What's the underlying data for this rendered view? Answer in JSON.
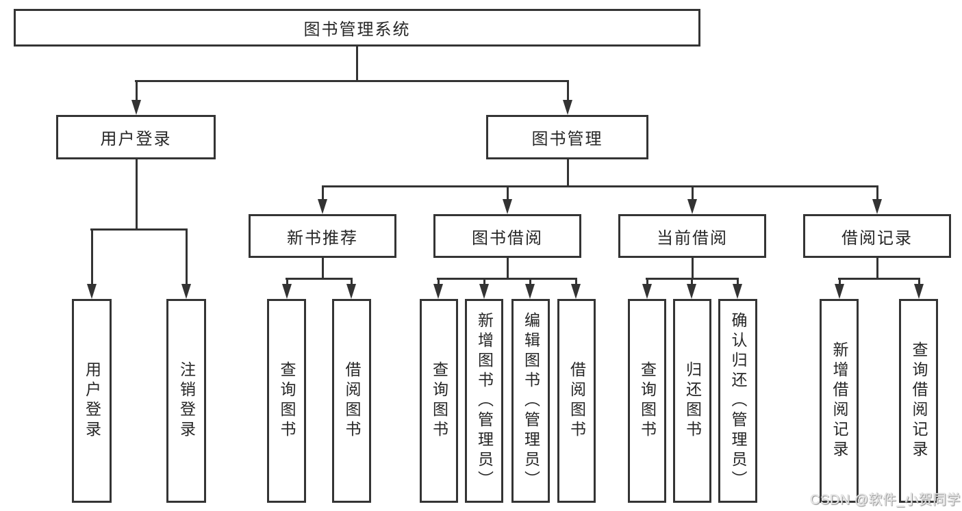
{
  "colors": {
    "background": "#ffffff",
    "box_border": "#343434",
    "connector_line": "#333333",
    "text": "#262626",
    "watermark_text": "#e9e9e9"
  },
  "tree": {
    "root": {
      "label": "图书管理系统"
    },
    "level2": [
      {
        "label": "用户登录",
        "children": [
          {
            "label": "用户登录"
          },
          {
            "label": "注销登录"
          }
        ]
      },
      {
        "label": "图书管理",
        "children": [
          {
            "label": "新书推荐",
            "children": [
              {
                "label": "查询图书"
              },
              {
                "label": "借阅图书"
              }
            ]
          },
          {
            "label": "图书借阅",
            "children": [
              {
                "label": "查询图书"
              },
              {
                "label": "新增图书（管理员）"
              },
              {
                "label": "编辑图书（管理员）"
              },
              {
                "label": "借阅图书"
              }
            ]
          },
          {
            "label": "当前借阅",
            "children": [
              {
                "label": "查询图书"
              },
              {
                "label": "归还图书"
              },
              {
                "label": "确认归还（管理员）"
              }
            ]
          },
          {
            "label": "借阅记录",
            "children": [
              {
                "label": "新增借阅记录"
              },
              {
                "label": "查询借阅记录"
              }
            ]
          }
        ]
      }
    ]
  },
  "watermark": "CSDN @软件_小贺同学"
}
